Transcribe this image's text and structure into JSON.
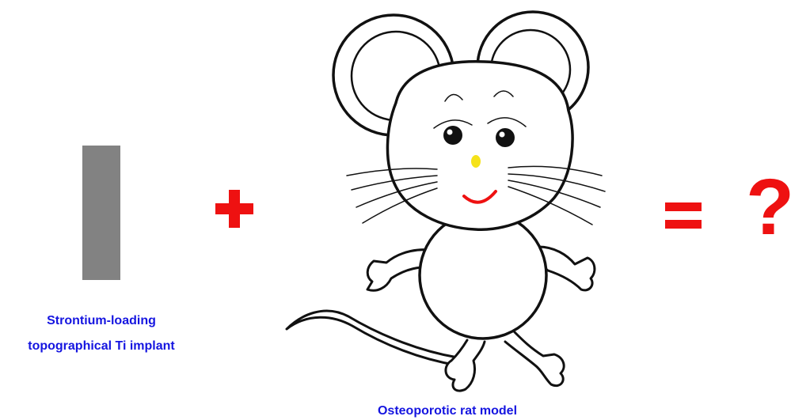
{
  "implant": {
    "caption_line1": "Strontium-loading",
    "caption_line2": "topographical Ti implant",
    "bar_color": "#828282"
  },
  "rat": {
    "caption": "Osteoporotic rat model"
  },
  "operators": {
    "plus": "+",
    "equals": "=",
    "question": "?"
  },
  "colors": {
    "caption_text": "#1515e0",
    "operator": "#ee1111",
    "nose": "#f5e21a",
    "mouth": "#ee1111",
    "outline": "#111111"
  }
}
